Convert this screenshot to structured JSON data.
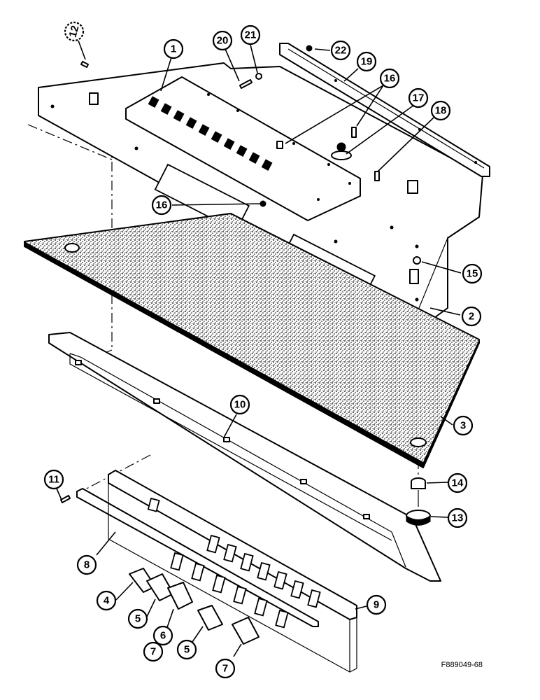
{
  "figure_id": "F889049-68",
  "callouts": [
    {
      "id": "c12",
      "label": "12"
    },
    {
      "id": "c1",
      "label": "1"
    },
    {
      "id": "c20",
      "label": "20"
    },
    {
      "id": "c21",
      "label": "21"
    },
    {
      "id": "c22",
      "label": "22"
    },
    {
      "id": "c19",
      "label": "19"
    },
    {
      "id": "c16a",
      "label": "16"
    },
    {
      "id": "c17",
      "label": "17"
    },
    {
      "id": "c18",
      "label": "18"
    },
    {
      "id": "c16b",
      "label": "16"
    },
    {
      "id": "c15",
      "label": "15"
    },
    {
      "id": "c2",
      "label": "2"
    },
    {
      "id": "c10",
      "label": "10"
    },
    {
      "id": "c3",
      "label": "3"
    },
    {
      "id": "c11",
      "label": "11"
    },
    {
      "id": "c14",
      "label": "14"
    },
    {
      "id": "c13",
      "label": "13"
    },
    {
      "id": "c8",
      "label": "8"
    },
    {
      "id": "c9",
      "label": "9"
    },
    {
      "id": "c4",
      "label": "4"
    },
    {
      "id": "c5a",
      "label": "5"
    },
    {
      "id": "c6",
      "label": "6"
    },
    {
      "id": "c7a",
      "label": "7"
    },
    {
      "id": "c5b",
      "label": "5"
    },
    {
      "id": "c7b",
      "label": "7"
    }
  ]
}
